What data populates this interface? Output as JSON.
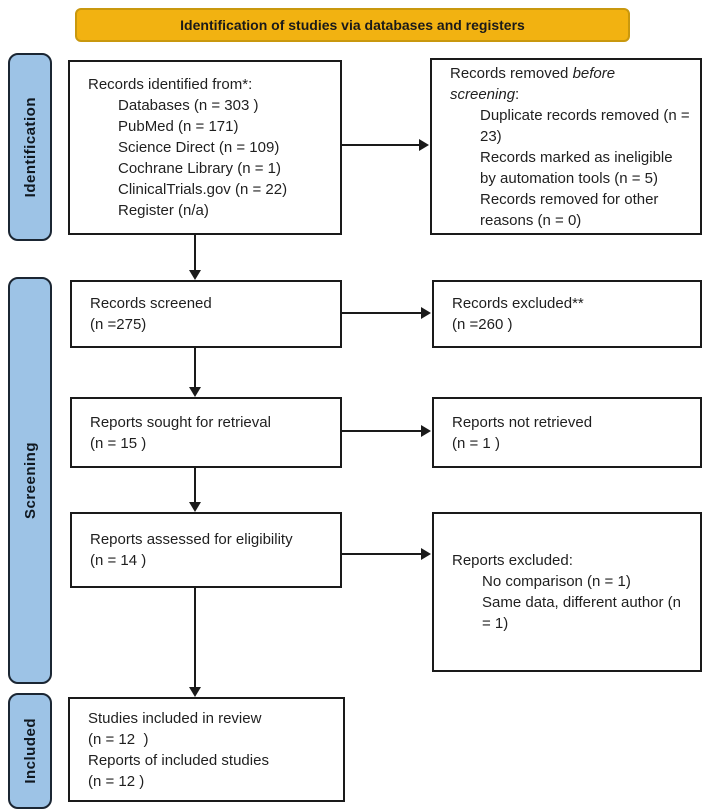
{
  "banner": {
    "label": "Identification of studies via databases and registers"
  },
  "sidebar": {
    "identification": "Identification",
    "screening": "Screening",
    "included": "Included"
  },
  "boxes": {
    "identified": {
      "title": "Records identified from*:",
      "items": [
        "Databases (n = 303 )",
        "PubMed (n = 171)",
        "Science Direct (n = 109)",
        "Cochrane Library (n = 1)",
        "ClinicalTrials.gov (n = 22)",
        "Register (n/a)"
      ]
    },
    "removed": {
      "line1_normal": "Records removed ",
      "line1_italic": "before",
      "line2_italic": "screening",
      "line2_normal": ":",
      "items": [
        "Duplicate records removed (n = 23)",
        "Records marked as ineligible by automation tools (n = 5)",
        "Records removed for other reasons (n = 0)"
      ]
    },
    "screened": {
      "lines": [
        "Records screened",
        "(n =275)"
      ]
    },
    "excluded": {
      "lines": [
        "Records excluded**",
        "(n =260 )"
      ]
    },
    "sought": {
      "lines": [
        "Reports sought for retrieval",
        "(n = 15 )"
      ]
    },
    "not_retrieved": {
      "lines": [
        "Reports not retrieved",
        "(n = 1 )"
      ]
    },
    "assessed": {
      "lines": [
        "Reports assessed for eligibility",
        "(n = 14 )"
      ]
    },
    "reports_excluded": {
      "title": "Reports excluded:",
      "items": [
        "No comparison (n = 1)",
        "Same data, different author (n = 1)"
      ]
    },
    "included": {
      "lines": [
        "Studies included in review",
        "(n = 12  )",
        "Reports of included studies",
        "(n = 12 )"
      ]
    }
  },
  "colors": {
    "banner_fill": "#F2B211",
    "banner_border": "#C9980E",
    "sidebar_fill": "#9DC3E6",
    "sidebar_border": "#1B2633",
    "line": "#1A1A1A",
    "text": "#1F1F1F"
  }
}
